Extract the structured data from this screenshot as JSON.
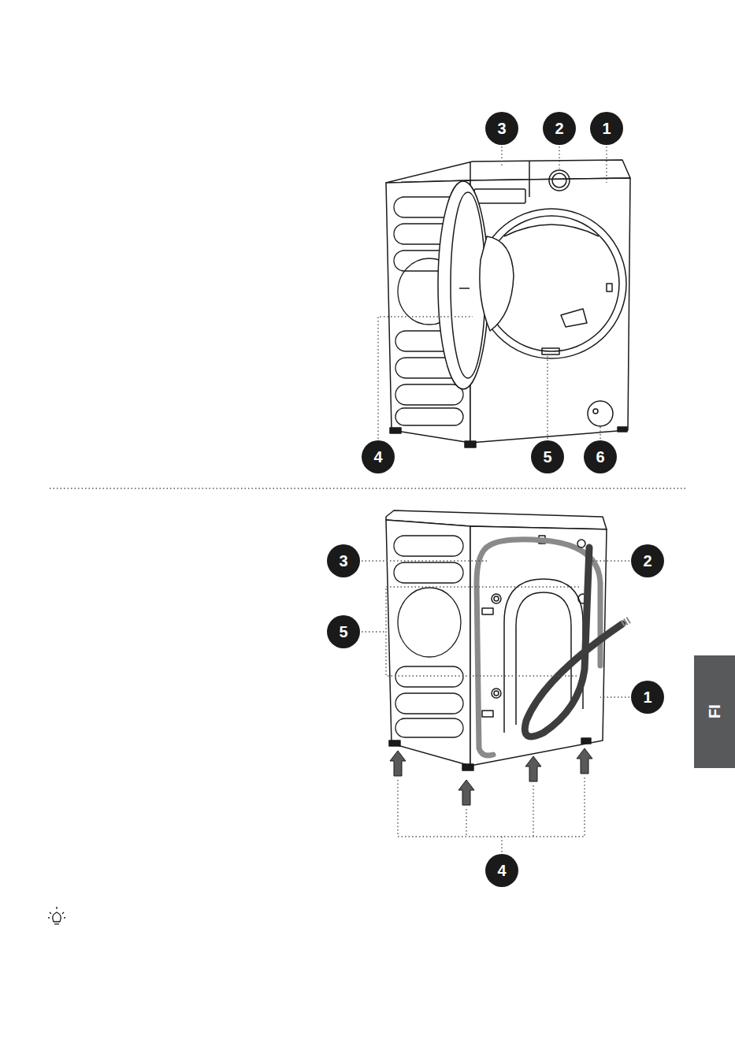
{
  "diagram": {
    "nodes": [
      {
        "text": [
          "3"
        ]
      },
      {
        "text": [
          "2"
        ]
      },
      {
        "text": [
          "1"
        ]
      },
      {
        "text": [
          "4"
        ]
      },
      {
        "text": [
          "5"
        ]
      },
      {
        "text": [
          "6"
        ]
      },
      {
        "text": [
          "3"
        ]
      },
      {
        "text": [
          "2"
        ]
      },
      {
        "text": [
          "5"
        ]
      },
      {
        "text": [
          "1"
        ]
      },
      {
        "text": [
          "FI"
        ]
      },
      {
        "text": [
          "4"
        ]
      }
    ]
  }
}
